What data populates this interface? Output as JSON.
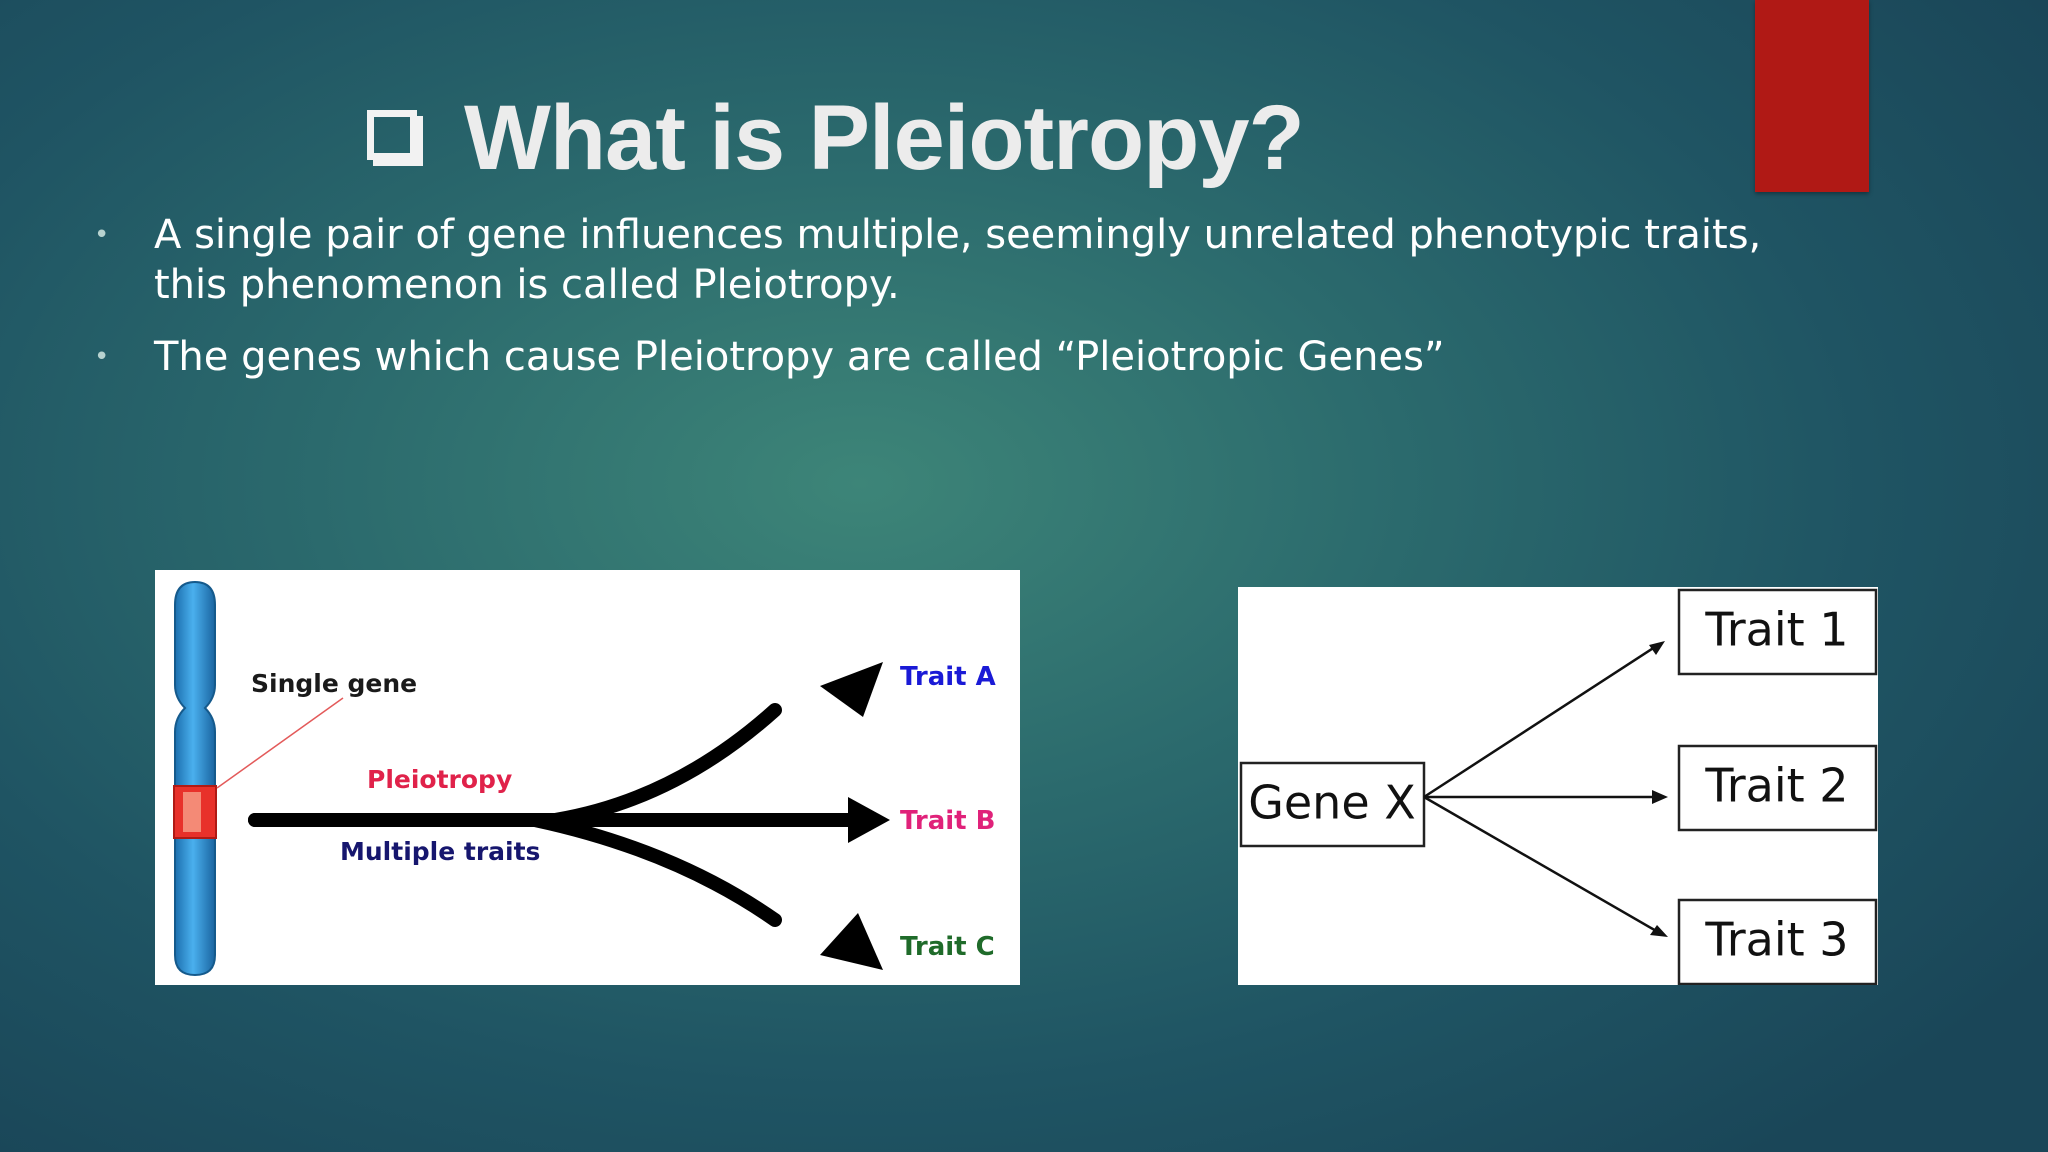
{
  "title": {
    "text": "What is Pleiotropy?",
    "icon": "checkbox-square-icon"
  },
  "bullets": [
    {
      "text": "A single pair of gene influences multiple, seemingly unrelated phenotypic traits, this phenomenon is called Pleiotropy."
    },
    {
      "text": "The genes which cause Pleiotropy are called “Pleiotropic Genes”"
    }
  ],
  "diagram_left": {
    "single_gene": "Single gene",
    "pleiotropy": "Pleiotropy",
    "multiple_traits": "Multiple traits",
    "traits": [
      "Trait A",
      "Trait B",
      "Trait C"
    ]
  },
  "diagram_right": {
    "gene": "Gene X",
    "traits": [
      "Trait 1",
      "Trait 2",
      "Trait 3"
    ]
  },
  "colors": {
    "accent": "#b01915",
    "background": "#2b6a6d",
    "chromosome": "#2f8ccf",
    "pleiotropy_label": "#e0224a",
    "trait_a": "#1a1ad6",
    "trait_b": "#e0227a",
    "trait_c": "#1f6b2a",
    "multiple_traits": "#16166e"
  }
}
